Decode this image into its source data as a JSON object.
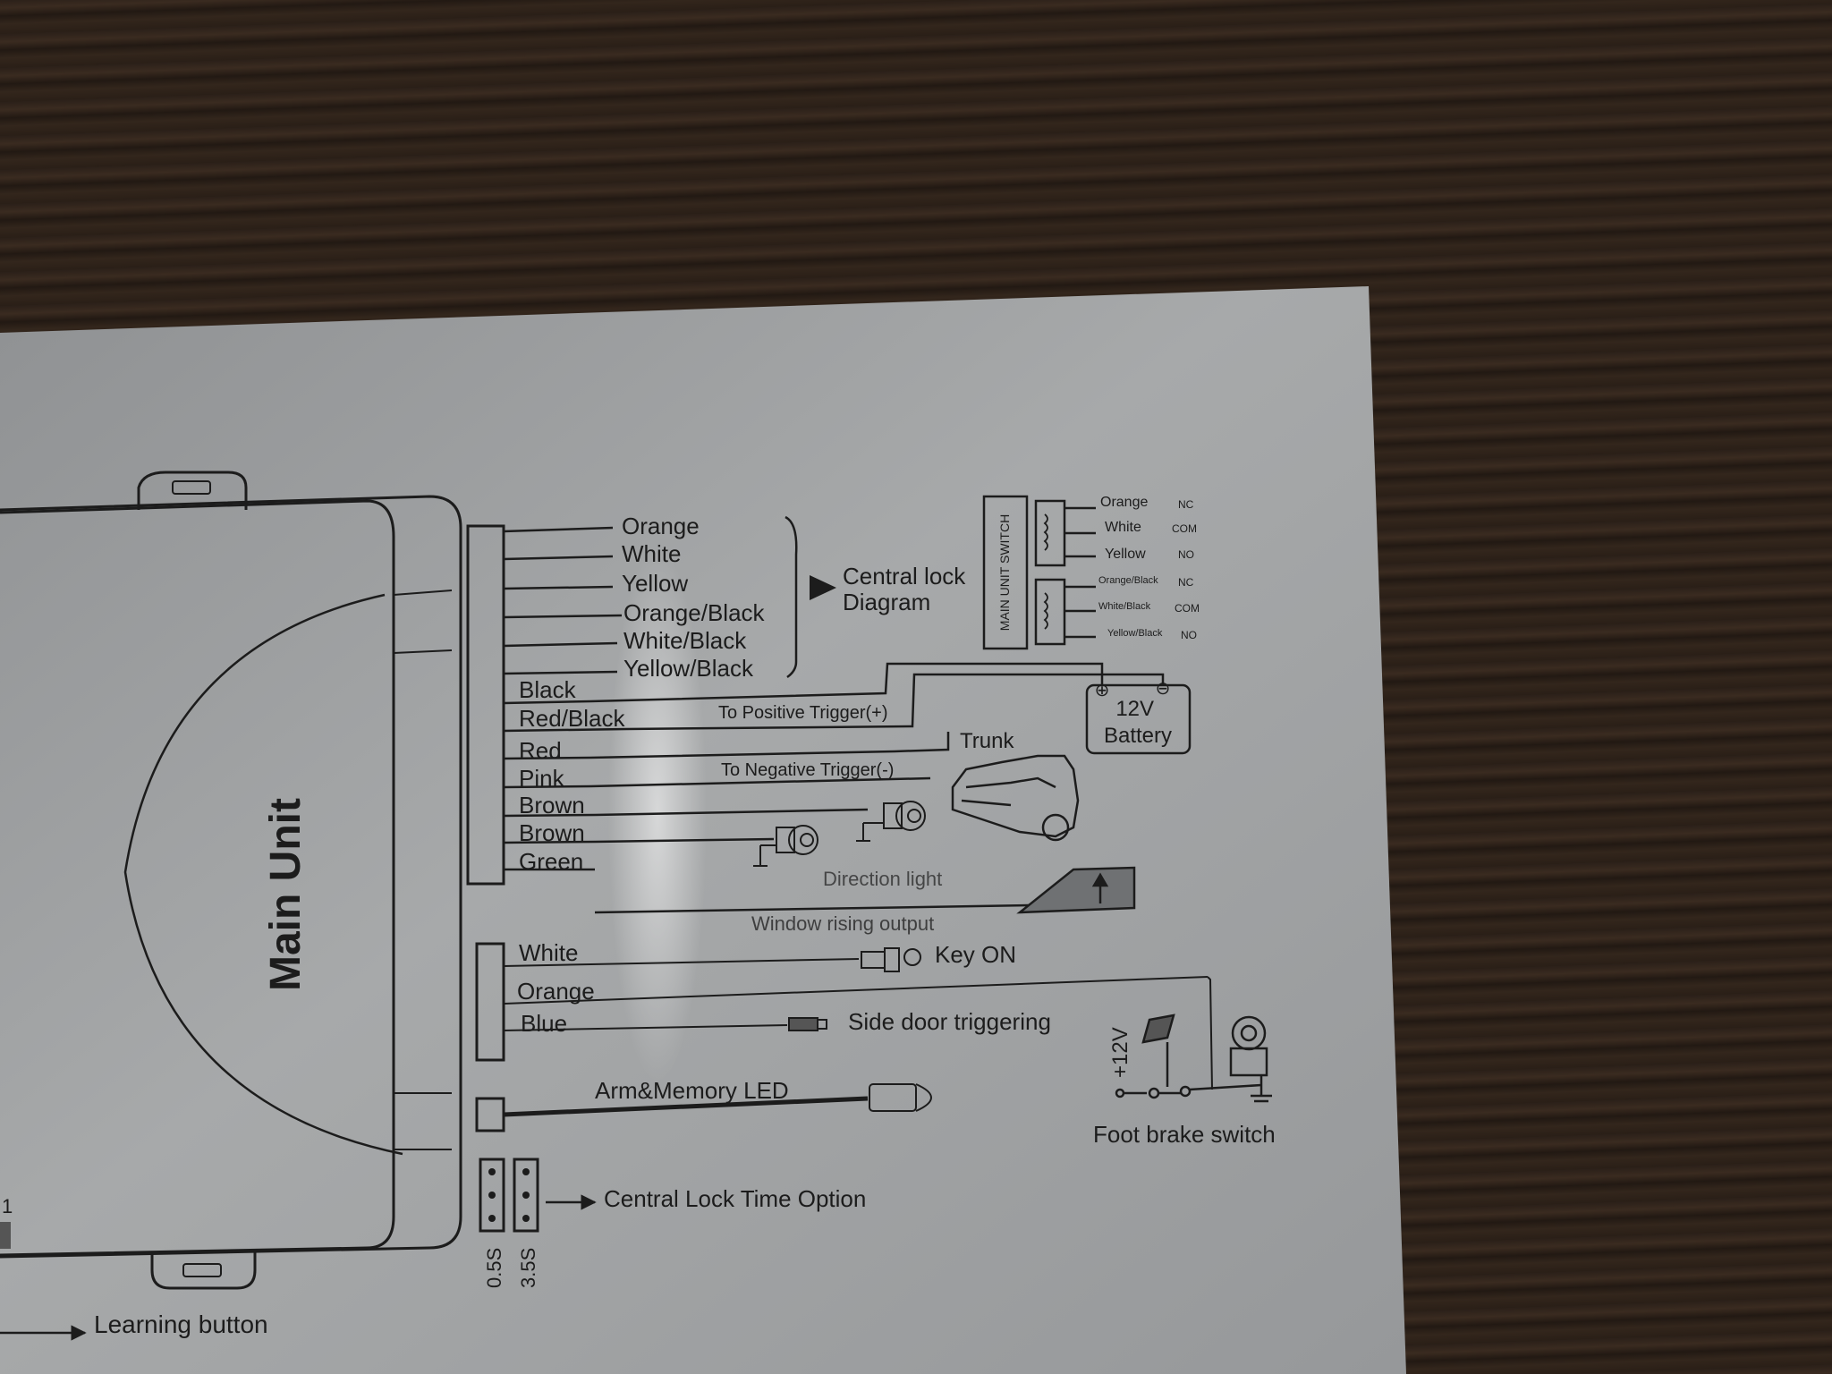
{
  "main_unit": {
    "label": "Main Unit"
  },
  "central_lock": {
    "wires": [
      "Orange",
      "White",
      "Yellow",
      "Orange/Black",
      "White/Black",
      "Yellow/Black"
    ],
    "target": "Central lock\nDiagram"
  },
  "harness": {
    "wires": [
      "Black",
      "Red/Black",
      "Red",
      "Pink",
      "Brown",
      "Brown",
      "Green"
    ]
  },
  "connections": {
    "positive_trigger": "To Positive Trigger(+)",
    "negative_trigger": "To Negative Trigger(-)",
    "trunk": "Trunk",
    "battery": "12V\nBattery",
    "battery_plus": "⊕",
    "battery_minus": "⊖",
    "direction_light": "Direction light",
    "window_output": "Window rising output"
  },
  "switch_box": {
    "label": "MAIN UNIT SWITCH",
    "relay1": [
      "Orange",
      "White",
      "Yellow"
    ],
    "relay2": [
      "Orange/Black",
      "White/Black",
      "Yellow/Black"
    ],
    "contacts1": [
      "NC",
      "COM",
      "NO"
    ],
    "contacts2": [
      "NC",
      "COM",
      "NO"
    ]
  },
  "second_harness": {
    "wires": [
      "White",
      "Orange",
      "Blue"
    ],
    "key_on": "Key ON",
    "side_door": "Side door triggering"
  },
  "foot_brake": {
    "label": "Foot brake switch",
    "voltage": "+12V"
  },
  "led": {
    "label": "Arm&Memory LED"
  },
  "time_option": {
    "label": "Central Lock Time Option",
    "options": [
      "0.5S",
      "3.5S"
    ]
  },
  "learning": {
    "label": "Learning button",
    "digit": "1"
  }
}
